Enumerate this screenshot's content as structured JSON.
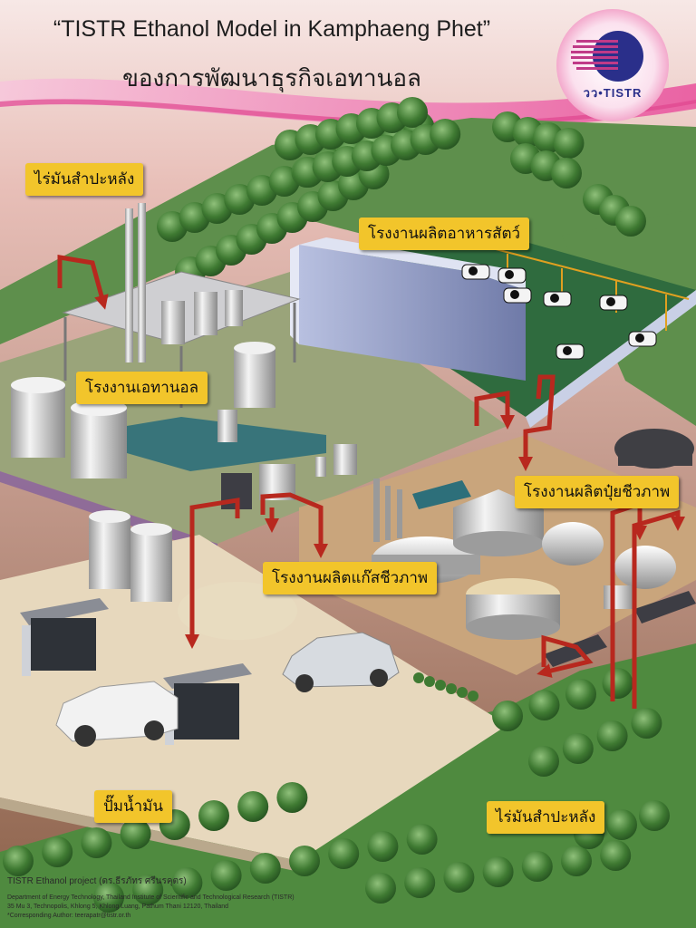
{
  "header": {
    "title_en": "“TISTR Ethanol Model in Kamphaeng Phet”",
    "title_th": "ของการพัฒนาธุรกิจเอทานอล",
    "logo_text": "วว•TISTR"
  },
  "labels": {
    "cassava_field_top": "ไร่มันสำปะหลัง",
    "feed_plant": "โรงงานผลิตอาหารสัตว์",
    "ethanol_plant": "โรงงานเอทานอล",
    "fertilizer_plant": "โรงงานผลิตปุ๋ยชีวภาพ",
    "biogas_plant": "โรงงานผลิตแก๊สชีวภาพ",
    "gas_station": "ปั๊มน้ำมัน",
    "cassava_field_bottom": "ไร่มันสำปะหลัง"
  },
  "footer": {
    "project": "TISTR Ethanol project (ดร.ธีรภัทร ศรีนรคุตร)",
    "line1": "Department of Energy Technology, Thailand Institute of Scientific and Technological Research (TISTR)",
    "line2": "35 Mu 3, Technopolis, Khlong 5, Khlong Luang, Pathum Thani 12120, Thailand",
    "line3": "*Corresponding Author: teerapatr@tistr.or.th"
  },
  "colors": {
    "label_bg": "#f2c52b",
    "arrow": "#b8281e",
    "tree": "#3f7a32",
    "pasture": "#2f6b3e",
    "gravel": "#c9a57c"
  }
}
